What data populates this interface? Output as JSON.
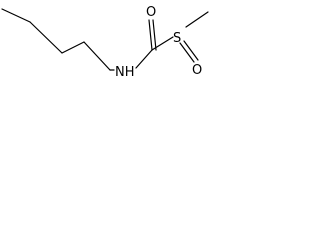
{
  "molecule": {
    "atoms": {
      "nitrogen": "NH",
      "carbonyl_oxygen": "O",
      "sulfur": "S",
      "sulfinyl_oxygen": "O"
    },
    "colors": {
      "bond": "#000000",
      "label": "#000000",
      "background": "#ffffff"
    }
  }
}
